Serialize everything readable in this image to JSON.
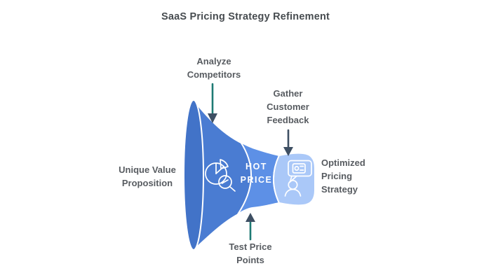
{
  "title": "SaaS Pricing Strategy Refinement",
  "labels": {
    "analyze": "Analyze Competitors",
    "gather": "Gather Customer Feedback",
    "unique": "Unique Value Proposition",
    "test": "Test Price Points",
    "optimized": "Optimized Pricing Strategy"
  },
  "funnel": {
    "hot_price": {
      "line1": "HOT",
      "line2": "PRICE"
    },
    "segments": [
      {
        "name": "bell",
        "icon": "pie-chart-magnifier-icon"
      },
      {
        "name": "mid",
        "label": "HOT PRICE"
      },
      {
        "name": "cap",
        "icon": "customer-feedback-icon"
      }
    ]
  },
  "colors": {
    "funnel_mouth": "#4273c8",
    "funnel_bell": "#4a7cd2",
    "funnel_mid": "#5d90e6",
    "funnel_cap": "#aac8f8",
    "divider": "#ffffff",
    "arrow_teal": "#1e7a74",
    "arrow_dark": "#3e4f63",
    "title_text": "#474c50",
    "label_text": "#585c61"
  }
}
